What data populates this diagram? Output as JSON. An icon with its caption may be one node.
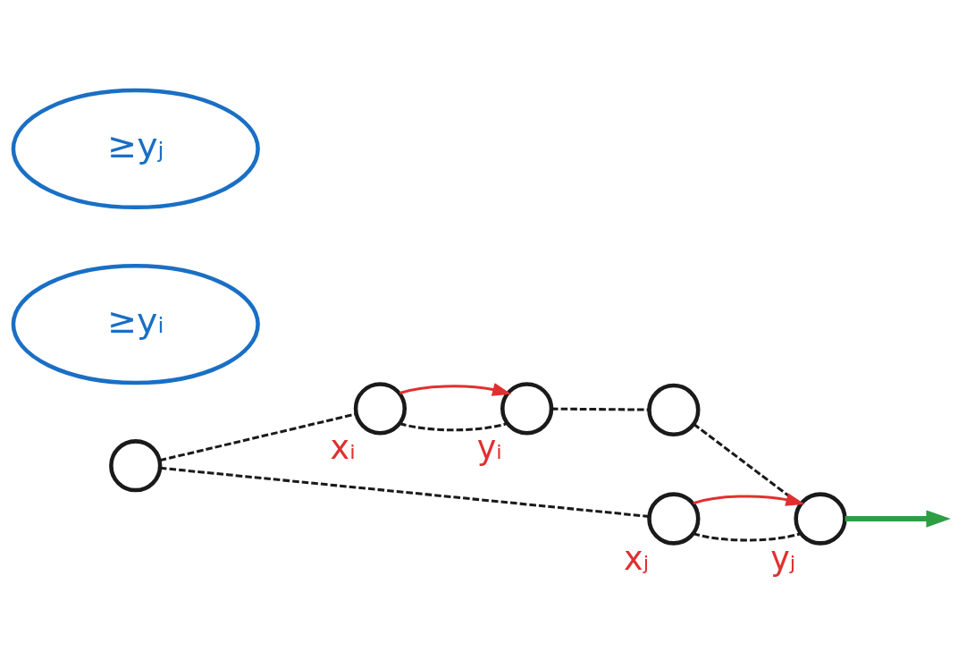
{
  "diagram": {
    "nodes": [
      {
        "text": [],
        "shape": "circle",
        "beside": [
          "xᵢ"
        ]
      },
      {
        "text": [],
        "shape": "circle",
        "beside": [
          "yᵢ"
        ]
      },
      {
        "text": [
          "≥yᵢ"
        ]
      },
      {
        "text": [],
        "shape": "circle"
      },
      {
        "text": [],
        "shape": "circle"
      },
      {
        "text": [
          "≥yⱼ"
        ]
      },
      {
        "text": [],
        "shape": "circle",
        "beside": [
          "xⱼ"
        ]
      },
      {
        "text": [],
        "shape": "circle",
        "beside": [
          "yⱼ"
        ]
      }
    ],
    "edges": [
      {
        "from": 3,
        "to": 0,
        "arrow": "none",
        "style": "dashed"
      },
      {
        "from": 0,
        "to": 1,
        "arrow": "none",
        "style": "dashed"
      },
      {
        "from": 0,
        "to": 1,
        "arrow": "to",
        "color": "#e03030"
      },
      {
        "from": 1,
        "to": 4,
        "arrow": "none",
        "style": "dashed"
      },
      {
        "from": 3,
        "to": 6,
        "arrow": "none",
        "style": "dashed"
      },
      {
        "from": 6,
        "to": 7,
        "arrow": "none",
        "style": "dashed"
      },
      {
        "from": 6,
        "to": 7,
        "arrow": "to",
        "color": "#e03030"
      },
      {
        "from": 4,
        "to": 7,
        "arrow": "none",
        "style": "dashed"
      },
      {
        "from": 7,
        "to": null,
        "arrow": "to",
        "style": "thick",
        "color": "#2e9e44"
      }
    ]
  }
}
